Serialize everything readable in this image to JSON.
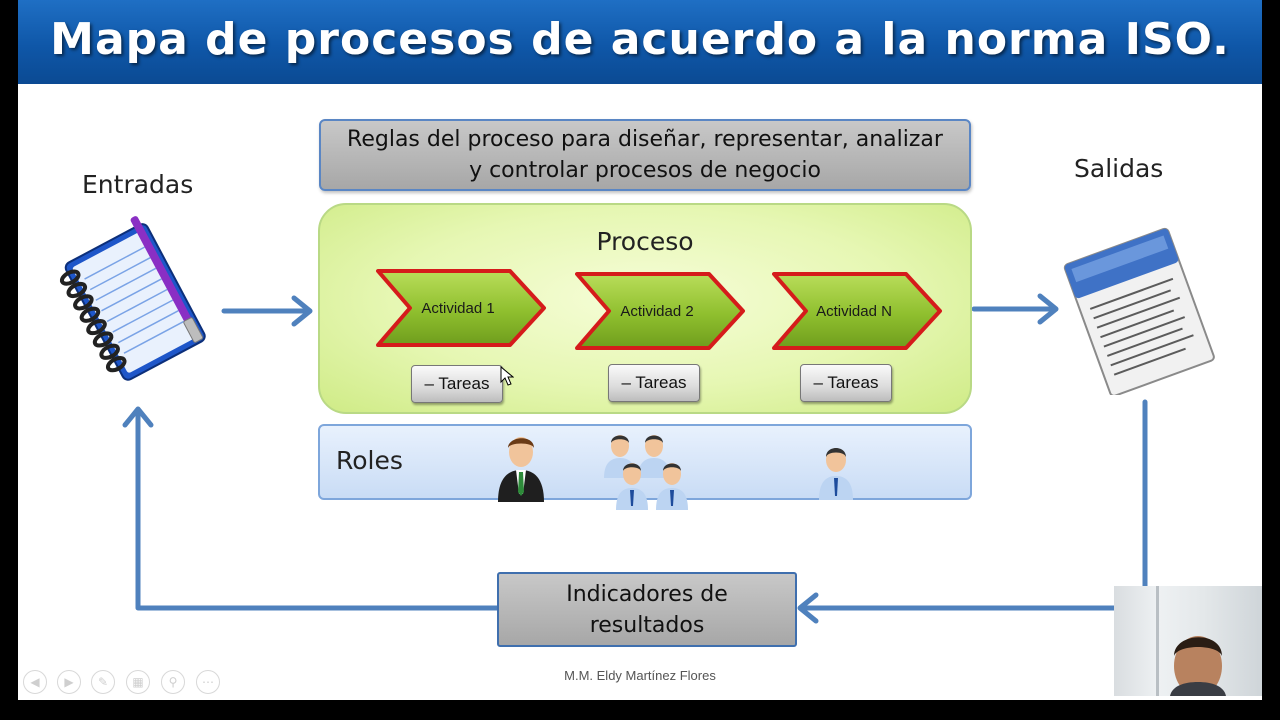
{
  "title": "Mapa de procesos de acuerdo a la norma ISO.",
  "rules": {
    "line1": "Reglas del proceso para diseñar, representar, analizar",
    "line2": "y controlar procesos de negocio"
  },
  "inputs_label": "Entradas",
  "outputs_label": "Salidas",
  "process": {
    "title": "Proceso",
    "activities": [
      {
        "label": "Actividad 1",
        "task_label": "– Tareas"
      },
      {
        "label": "Actividad 2",
        "task_label": "– Tareas"
      },
      {
        "label": "Actividad N",
        "task_label": "– Tareas"
      }
    ]
  },
  "roles_label": "Roles",
  "indicators": {
    "line1": "Indicadores de",
    "line2": "resultados"
  },
  "footer": "M.M. Eldy Martínez Flores",
  "icons": [
    "notebook-icon",
    "document-list-icon",
    "businessman-icon",
    "team-icon",
    "person-icon"
  ],
  "colors": {
    "title_bar": "#0f57a8",
    "arrow": "#4f81bd",
    "activity_fill": "#8fbf2e",
    "activity_border": "#d51b1b",
    "process_bg": "#e6f7b3",
    "roles_bg": "#d4e3f8",
    "box_gray": "#b3b3b3"
  }
}
